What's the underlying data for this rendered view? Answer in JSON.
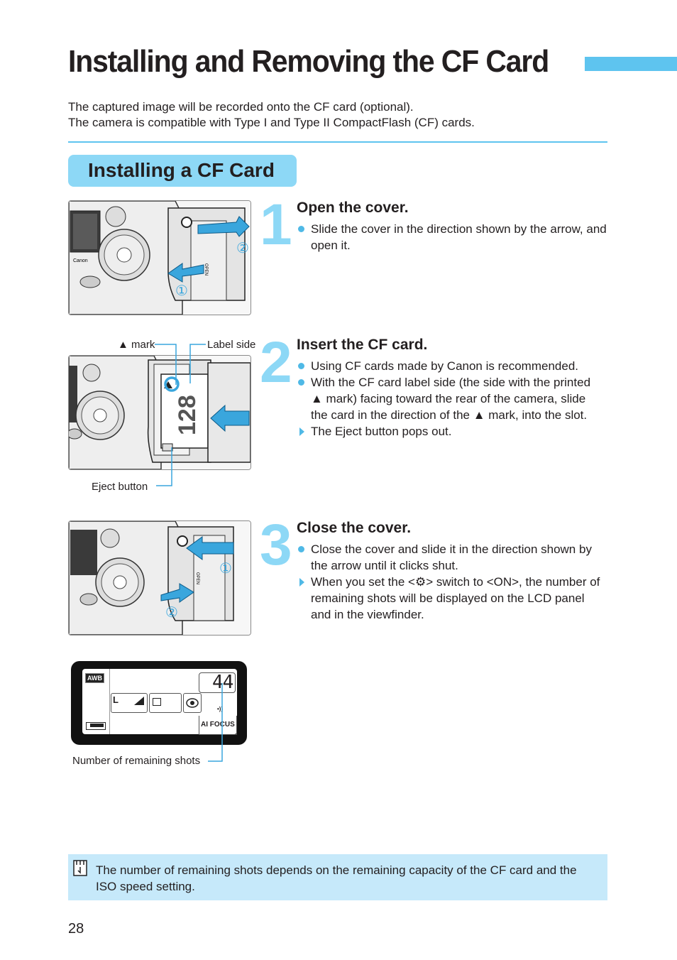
{
  "page": {
    "title": "Installing and Removing the CF Card",
    "intro": [
      "The captured image will be recorded onto the CF card (optional).",
      "The camera is compatible with Type I and Type II CompactFlash (CF) cards."
    ],
    "section_title": "Installing a CF Card",
    "page_number": "28"
  },
  "steps": [
    {
      "number": "1",
      "heading": "Open the cover.",
      "items": [
        {
          "type": "bullet",
          "text": "Slide the cover in the direction shown by the arrow, and open it."
        }
      ]
    },
    {
      "number": "2",
      "heading": "Insert the CF card.",
      "items": [
        {
          "type": "bullet",
          "text": "Using CF cards made by Canon is recommended."
        },
        {
          "type": "bullet",
          "text": "With the CF card label side (the side with the printed ▲ mark) facing toward the rear of the camera, slide the card in the direction of the ▲ mark, into the slot."
        },
        {
          "type": "arrow",
          "text": "The Eject button pops out."
        }
      ]
    },
    {
      "number": "3",
      "heading": "Close the cover.",
      "items": [
        {
          "type": "bullet",
          "text": "Close the cover and slide it in the direction shown by the arrow until it clicks shut."
        },
        {
          "type": "arrow",
          "text": "When you set the <⚙> switch to <ON>, the number of remaining shots will be displayed on the LCD panel and in the viewfinder."
        }
      ]
    }
  ],
  "figures": {
    "fig1": {
      "markers": [
        "①",
        "②"
      ],
      "brand": "Canon",
      "cover_label": "OPEN"
    },
    "fig2": {
      "mark_label": "▲ mark",
      "label_side": "Label side",
      "eject_label": "Eject button",
      "card_capacity": "128"
    },
    "fig3": {
      "markers": [
        "①",
        "②"
      ],
      "cover_label": "OPEN"
    },
    "lcd": {
      "wb": "AWB",
      "shots": "44",
      "quality": "L",
      "af_mode": "AI FOCUS",
      "caption": "Number of remaining shots"
    }
  },
  "note": {
    "text": "The number of remaining shots depends on the remaining capacity of the CF card and the ISO speed setting."
  },
  "colors": {
    "accent": "#5ec4ef",
    "accent_light": "#8dd8f6",
    "note_bg": "#c6e9fa",
    "arrow_blue": "#3aa6dd"
  }
}
